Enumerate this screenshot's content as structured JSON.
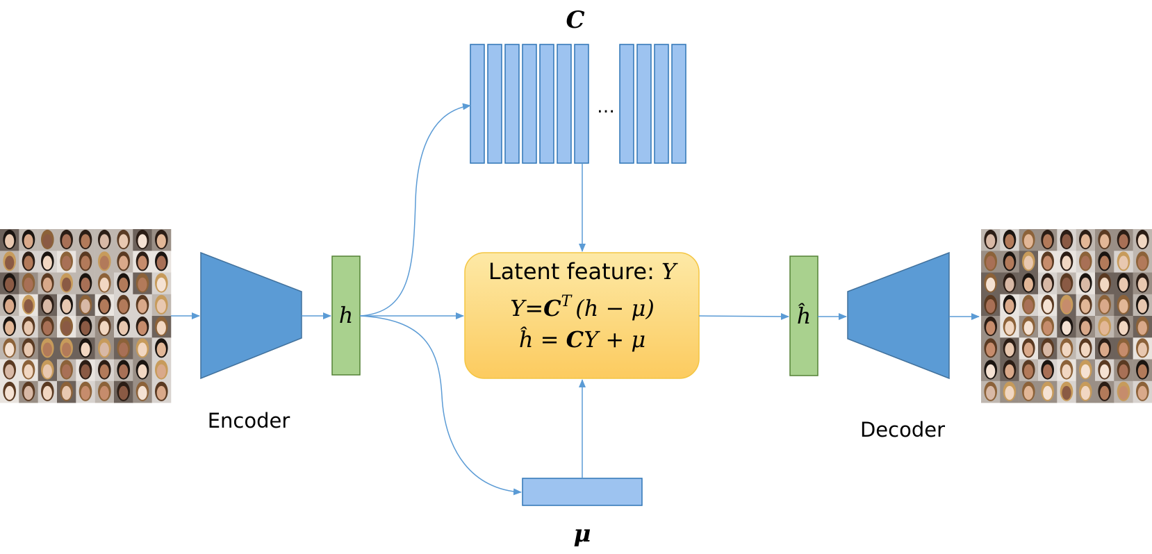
{
  "labels": {
    "c_matrix": "C",
    "mu_vector": "μ",
    "ellipsis": "…",
    "encoder": "Encoder",
    "decoder": "Decoder",
    "h": "h",
    "h_hat": "ĥ"
  },
  "center_box": {
    "title_prefix": "Latent feature: ",
    "title_var": "Y",
    "eq1": {
      "lhs": "Y",
      "eq": "=",
      "mat": "C",
      "sup": "T",
      "rhs": "(h − μ)"
    },
    "eq2": {
      "lhs": "ĥ",
      "eq": " = ",
      "mat": "C",
      "rhs": "Y + μ"
    }
  },
  "colors": {
    "trapezoid": "#5b9bd5",
    "trapezoid_stroke": "#41719c",
    "green_box": "#a9d18e",
    "green_stroke": "#538135",
    "blue_bar": "#9dc3f0",
    "blue_bar_stroke": "#2e75b6",
    "center_top": "#fde9a6",
    "center_bottom": "#fccb5f",
    "center_stroke": "#f4c542",
    "arrow": "#5b9bd5"
  },
  "face_grid": {
    "rows": 8,
    "cols": 9,
    "palette": [
      "#e8c8b0",
      "#d9a98a",
      "#c68c6c",
      "#f1d7c2",
      "#b27a5a",
      "#e2b797",
      "#8a5a44",
      "#d8b9a6",
      "#f5e2d3",
      "#a87056"
    ]
  }
}
